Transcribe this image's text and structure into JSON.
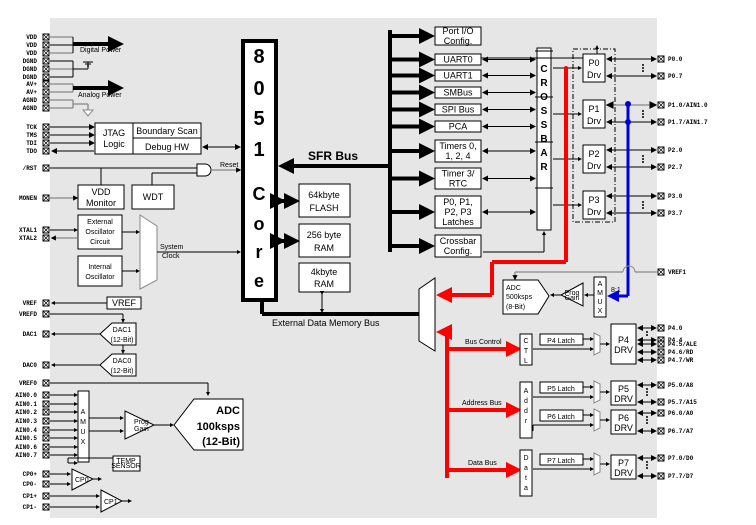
{
  "title": "C8051F020 Block Diagram",
  "colors": {
    "background": "#e6e6e6",
    "red_bus": "#ff0000",
    "blue_bus": "#0000dd",
    "block": "#ffffff",
    "line": "#000000"
  },
  "power": {
    "digital_pins": [
      "VDD",
      "VDD",
      "VDD",
      "DGND",
      "DGND",
      "DGND"
    ],
    "digital_label": "Digital Power",
    "analog_pins": [
      "AV+",
      "AV+",
      "AGND",
      "AGND"
    ],
    "analog_label": "Analog Power"
  },
  "jtag": {
    "pins": [
      "TCK",
      "TMS",
      "TDI",
      "TDO"
    ],
    "logic_label": [
      "JTAG",
      "Logic"
    ],
    "boundary_scan": "Boundary Scan",
    "debug_hw": "Debug HW"
  },
  "reset": {
    "pin": "/RST",
    "label": "Reset"
  },
  "vdd_monitor": {
    "pin": "MONEN",
    "label": [
      "VDD",
      "Monitor"
    ]
  },
  "wdt": "WDT",
  "oscillator": {
    "pins": [
      "XTAL1",
      "XTAL2"
    ],
    "external": [
      "External",
      "Oscillator",
      "Circuit"
    ],
    "internal": [
      "Internal",
      "Oscillator"
    ],
    "system_clock": [
      "System",
      "Clock"
    ]
  },
  "core": {
    "chars": [
      "8",
      "0",
      "5",
      "1",
      "C",
      "o",
      "r",
      "e"
    ]
  },
  "sfr_bus": "SFR Bus",
  "memory": {
    "flash": [
      "64kbyte",
      "FLASH"
    ],
    "ram": [
      "256 byte",
      "RAM"
    ],
    "xram": [
      "4kbyte",
      "RAM"
    ],
    "ext_bus": "External Data Memory Bus"
  },
  "peripherals": [
    [
      "Port I/O",
      "Config."
    ],
    [
      "UART0"
    ],
    [
      "UART1"
    ],
    [
      "SMBus"
    ],
    [
      "SPI Bus"
    ],
    [
      "PCA"
    ],
    [
      "Timers 0,",
      "1, 2, 4"
    ],
    [
      "Timer 3/",
      "RTC"
    ],
    [
      "P0, P1,",
      "P2, P3",
      "Latches"
    ],
    [
      "Crossbar",
      "Config."
    ]
  ],
  "crossbar": {
    "chars": [
      "C",
      "R",
      "O",
      "S",
      "S",
      "B",
      "A",
      "R"
    ]
  },
  "port_drivers": [
    {
      "label": [
        "P0",
        "Drv"
      ],
      "pins": [
        "P0.0",
        "P0.7"
      ]
    },
    {
      "label": [
        "P1",
        "Drv"
      ],
      "pins": [
        "P1.0/AIN1.0",
        "P1.7/AIN1.7"
      ]
    },
    {
      "label": [
        "P2",
        "Drv"
      ],
      "pins": [
        "P2.0",
        "P2.7"
      ]
    },
    {
      "label": [
        "P3",
        "Drv"
      ],
      "pins": [
        "P3.0",
        "P3.7"
      ]
    }
  ],
  "vref": {
    "pin_out": "VREF",
    "label": "VREF",
    "dac_ref": "VREFD",
    "adc0_ref": "VREF0",
    "adc1_ref": "VREF1"
  },
  "dacs": [
    {
      "pin": "DAC1",
      "label": [
        "DAC1",
        "(12-Bit)"
      ]
    },
    {
      "pin": "DAC0",
      "label": [
        "DAC0",
        "(12-Bit)"
      ]
    }
  ],
  "adc0": {
    "pins": [
      "AIN0.0",
      "AIN0.1",
      "AIN0.2",
      "AIN0.3",
      "AIN0.4",
      "AIN0.5",
      "AIN0.6",
      "AIN0.7"
    ],
    "amux": [
      "A",
      "M",
      "U",
      "X"
    ],
    "pga": [
      "Prog",
      "Gain"
    ],
    "label": [
      "ADC",
      "100ksps",
      "(12-Bit)"
    ],
    "temp_sensor": [
      "TEMP",
      "SENSOR"
    ]
  },
  "adc1": {
    "label": [
      "ADC",
      "500ksps",
      "(8-Bit)"
    ],
    "pga": [
      "Prog",
      "Gain"
    ],
    "amux": [
      "A",
      "M",
      "U",
      "X"
    ],
    "mux_ratio": "8:1"
  },
  "comparators": [
    {
      "label": "CP0",
      "pins": [
        "CP0+",
        "CP0-"
      ]
    },
    {
      "label": "CP1",
      "pins": [
        "CP1+",
        "CP1-"
      ]
    }
  ],
  "ext_mem_interface": {
    "bus_control": "Bus Control",
    "address_bus": "Address Bus",
    "data_bus": "Data Bus",
    "ctl": [
      "C",
      "T",
      "L"
    ],
    "addr": [
      "A",
      "d",
      "d",
      "r"
    ],
    "data": [
      "D",
      "a",
      "t",
      "a"
    ]
  },
  "latches": [
    "P4 Latch",
    "P5 Latch",
    "P6 Latch",
    "P7 Latch"
  ],
  "upper_drivers": [
    {
      "label": [
        "P4",
        "DRV"
      ],
      "pins": [
        "P4.0",
        "P4.4",
        "P4.5/ALE",
        "P4.6/RD",
        "P4.7/WR"
      ]
    },
    {
      "label": [
        "P5",
        "DRV"
      ],
      "pins": [
        "P5.0/A8",
        "P5.7/A15"
      ]
    },
    {
      "label": [
        "P6",
        "DRV"
      ],
      "pins": [
        "P6.0/A0",
        "P6.7/A7"
      ]
    },
    {
      "label": [
        "P7",
        "DRV"
      ],
      "pins": [
        "P7.0/D0",
        "P7.7/D7"
      ]
    }
  ]
}
